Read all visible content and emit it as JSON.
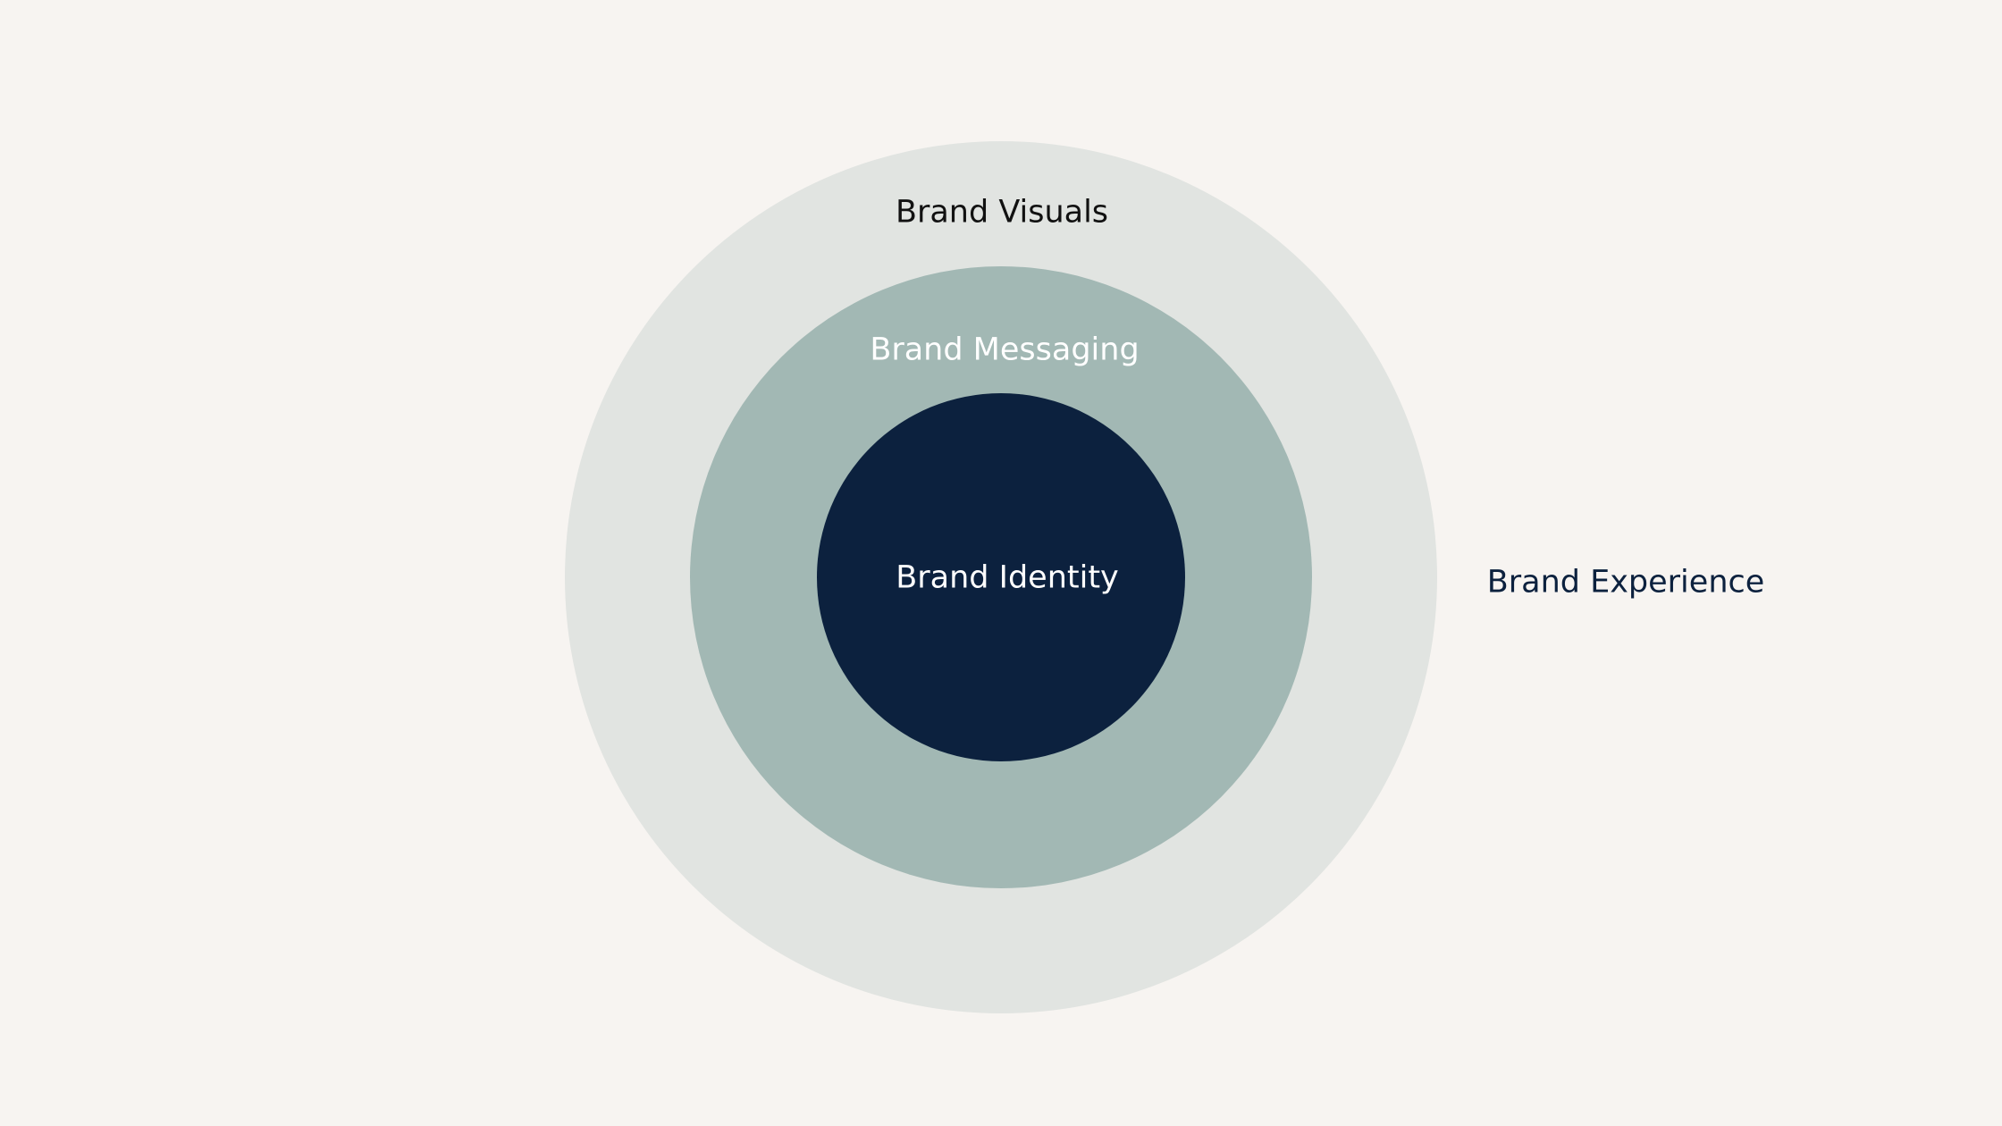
{
  "diagram": {
    "colors": {
      "background": "#f7f4f1",
      "outer_ring": "#e1e4e1",
      "middle_ring": "#a2b8b4",
      "inner_circle": "#0c213e",
      "dark_text": "#111111",
      "light_text": "#ffffff",
      "navy_text": "#0c213e"
    },
    "rings": {
      "outer": {
        "label": "Brand Visuals"
      },
      "middle": {
        "label": "Brand Messaging"
      },
      "inner": {
        "label": "Brand Identity"
      }
    },
    "outside_label": "Brand Experience"
  }
}
